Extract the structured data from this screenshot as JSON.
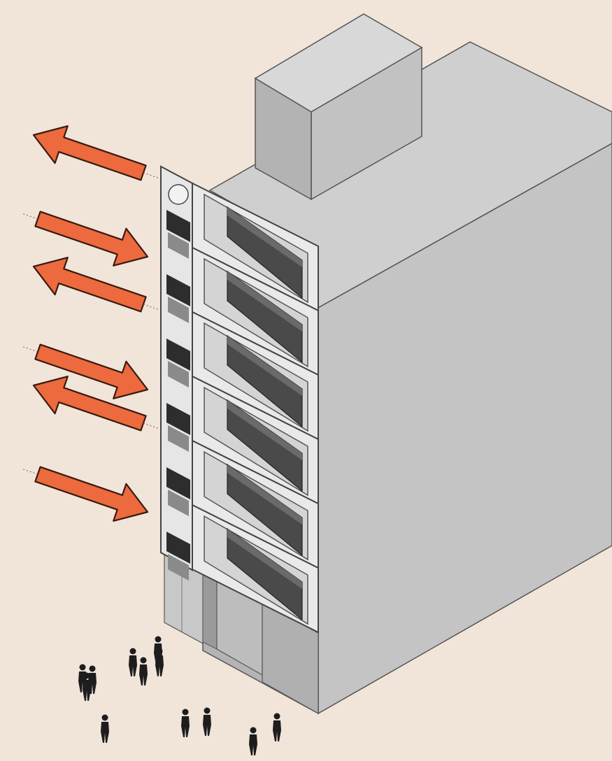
{
  "diagram": {
    "description_free": true,
    "colors": {
      "background": "#f1e4d8",
      "roof": "#cfcfcf",
      "facade_front": "#b9b9b9",
      "facade_side": "#c6c6c6",
      "panel": "#e9e9e9",
      "window": "#4a4a4a",
      "arrow": "#ec6a3d",
      "arrow_outline": "#3a1a10",
      "people": "#1d1d1d"
    },
    "arrows": [
      {
        "direction": "outward"
      },
      {
        "direction": "inward"
      },
      {
        "direction": "outward"
      },
      {
        "direction": "inward"
      },
      {
        "direction": "outward"
      },
      {
        "direction": "inward"
      }
    ],
    "floors": 6,
    "people_count": 12
  }
}
